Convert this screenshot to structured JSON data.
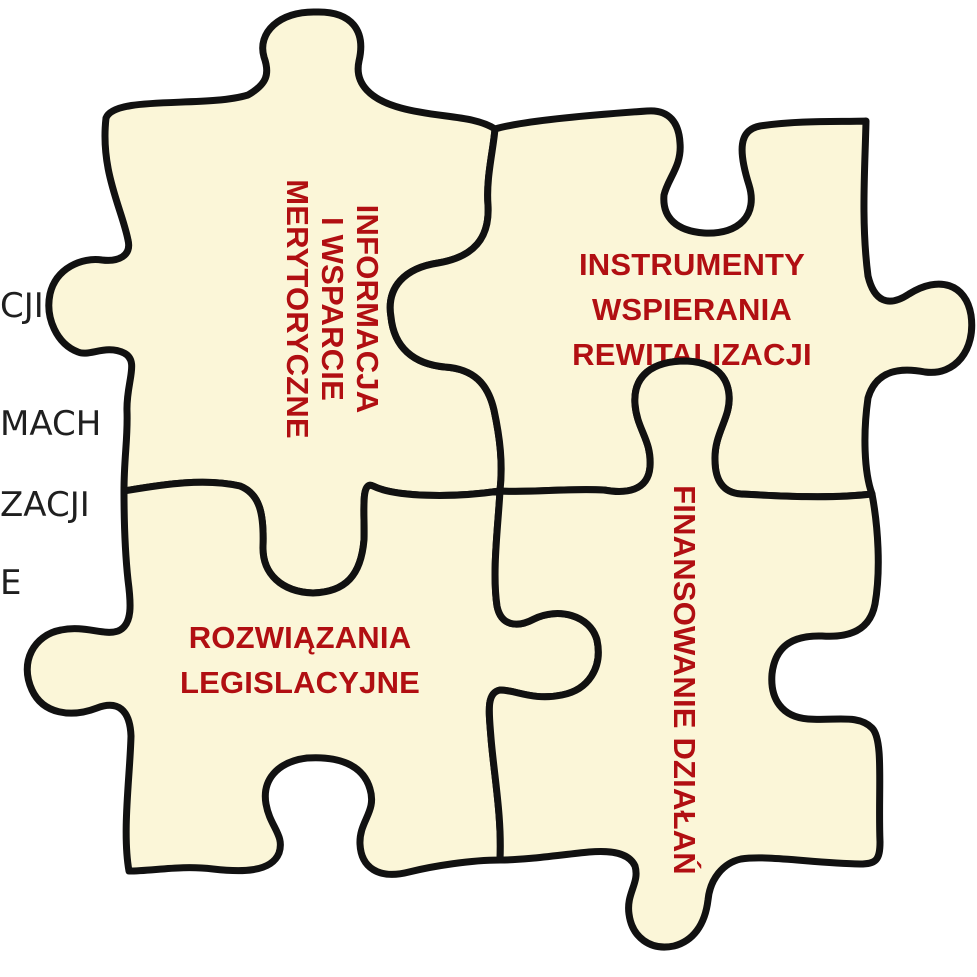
{
  "background_text_fragments": [
    "CJI",
    "MACH",
    "ZACJI",
    "E"
  ],
  "pieces": {
    "top_left": {
      "lines": [
        "INFORMACJA",
        "I WSPARCIE",
        "MERYTORYCZNE"
      ]
    },
    "top_right": {
      "lines": [
        "INSTRUMENTY",
        "WSPIERANIA",
        "REWITALIZACJI"
      ]
    },
    "bottom_left": {
      "lines": [
        "ROZWIĄZANIA",
        "LEGISLACYJNE"
      ]
    },
    "bottom_right": {
      "lines": [
        "FINANSOWANIE DZIAŁAŃ"
      ]
    }
  },
  "colors": {
    "piece_fill": "#fbf6d8",
    "piece_outline": "#111111",
    "label_text": "#b10f12",
    "background_text": "#1f1f1f"
  }
}
